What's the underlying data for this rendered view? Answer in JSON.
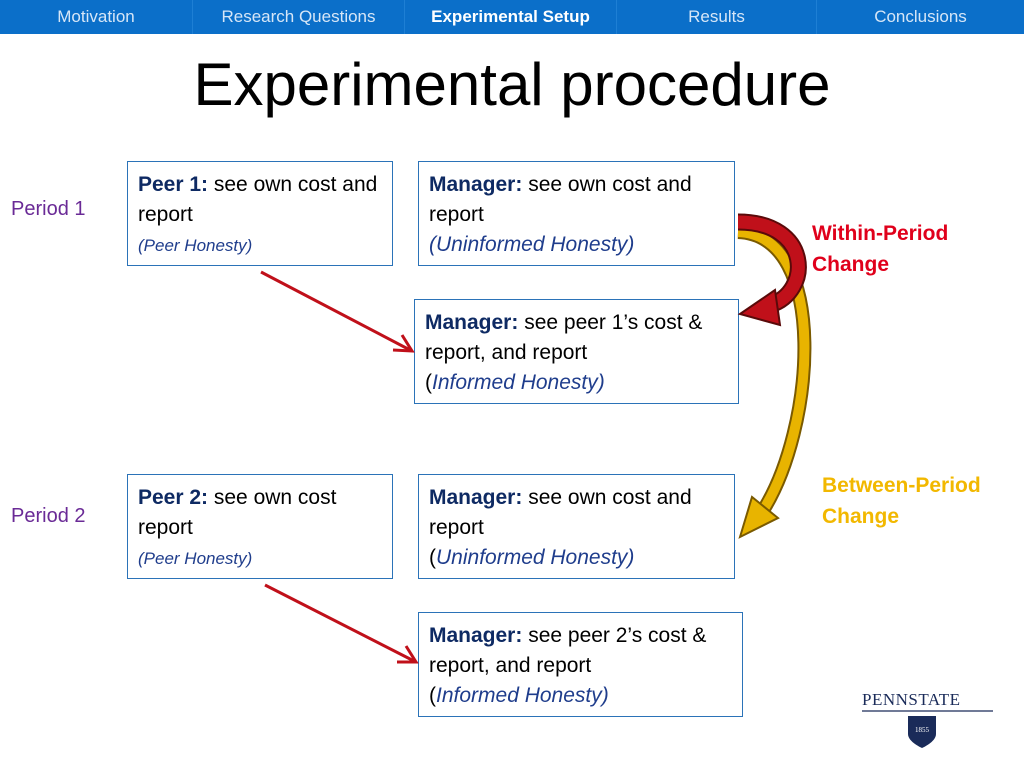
{
  "nav": {
    "tabs": [
      {
        "label": "Motivation",
        "active": false
      },
      {
        "label": "Research Questions",
        "active": false
      },
      {
        "label": "Experimental Setup",
        "active": true
      },
      {
        "label": "Results",
        "active": false
      },
      {
        "label": "Conclusions",
        "active": false
      }
    ]
  },
  "title": "Experimental procedure",
  "periods": {
    "p1": "Period 1",
    "p2": "Period 2"
  },
  "boxes": {
    "peer1": {
      "role": "Peer 1:",
      "text": " see own cost and report",
      "honesty": "(Peer Honesty)"
    },
    "mgr1_uninformed": {
      "role": "Manager:",
      "text": " see own cost and report",
      "honesty": "(Uninformed Honesty)"
    },
    "mgr1_informed": {
      "role": "Manager:",
      "text": " see peer 1’s cost & report, and report",
      "honesty_prefix": "(",
      "honesty": "Informed Honesty)"
    },
    "peer2": {
      "role": "Peer 2:",
      "text": " see own cost report",
      "honesty": "(Peer Honesty)"
    },
    "mgr2_uninformed": {
      "role": "Manager:",
      "text": " see own cost and report",
      "honesty_prefix": "(",
      "honesty": "Uninformed Honesty)"
    },
    "mgr2_informed": {
      "role": "Manager:",
      "text": " see peer 2’s cost & report, and report",
      "honesty_prefix": "(",
      "honesty": "Informed Honesty)"
    }
  },
  "labels": {
    "within": "Within-Period Change",
    "between": "Between-Period Change"
  },
  "colors": {
    "nav_bg": "#0b6fc9",
    "box_border": "#2b73b8",
    "period_text": "#6a2a96",
    "within_label": "#e0001b",
    "between_label": "#f2b800",
    "red_arrow": "#c0101a",
    "gold_arrow": "#e8b400"
  },
  "logo": {
    "text": "PENNSTATE",
    "year": "1855",
    "icon": "penn-state-shield-icon"
  }
}
